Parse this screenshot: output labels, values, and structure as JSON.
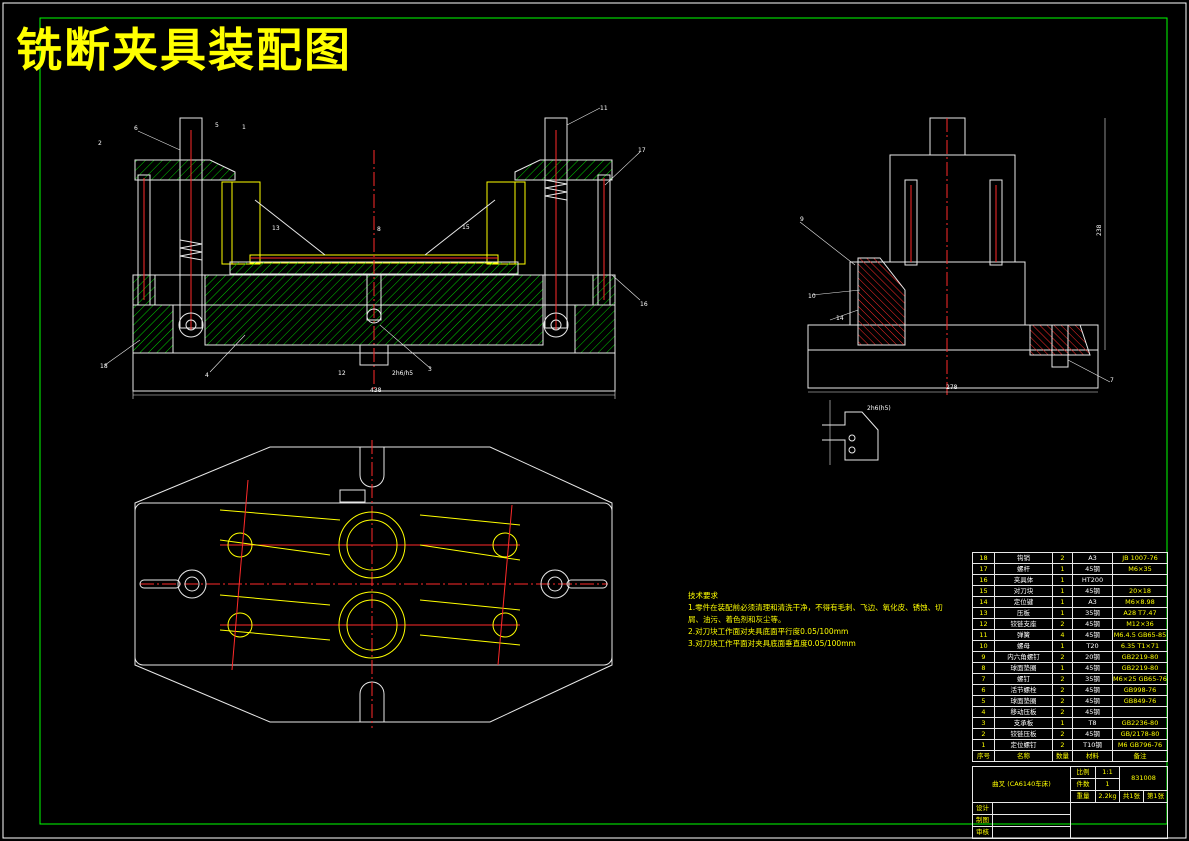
{
  "title": "铣断夹具装配图",
  "technical_requirements": {
    "heading": "技术要求",
    "items": [
      "1.零件在装配前必须清理和清洗干净，不得有毛刺、飞边、氧化皮、锈蚀、切",
      "  屑、油污、着色剂和灰尘等。",
      "2.对刀块工作面对夹具底面平行度0.05/100mm",
      "3.对刀块工作平面对夹具底面垂直度0.05/100mm"
    ]
  },
  "dimensions": {
    "front_width": "438",
    "side_width": "278",
    "side_height": "238",
    "gauge_fit": "2h6/h5",
    "gauge_label": "2h6(h5)"
  },
  "balloons": {
    "front_top": [
      "6",
      "5",
      "1",
      "2",
      "11",
      "17"
    ],
    "front_mid": [
      "13",
      "8",
      "15"
    ],
    "front_side": [
      "18",
      "16"
    ],
    "front_bottom": [
      "4",
      "12",
      "3"
    ],
    "side": [
      "9",
      "10",
      "14",
      "7"
    ]
  },
  "parts_list": [
    {
      "no": "18",
      "name": "钩销",
      "qty": "2",
      "material": "A3",
      "note": "JB 1007-76"
    },
    {
      "no": "17",
      "name": "螺杆",
      "qty": "1",
      "material": "45钢",
      "note": "M6×35"
    },
    {
      "no": "16",
      "name": "夹具体",
      "qty": "1",
      "material": "HT200",
      "note": ""
    },
    {
      "no": "15",
      "name": "对刀块",
      "qty": "1",
      "material": "45钢",
      "note": "20×18"
    },
    {
      "no": "14",
      "name": "定位键",
      "qty": "1",
      "material": "A3",
      "note": "M6×8.98"
    },
    {
      "no": "13",
      "name": "压板",
      "qty": "1",
      "material": "35钢",
      "note": "A28 T7.47"
    },
    {
      "no": "12",
      "name": "铰链支座",
      "qty": "2",
      "material": "45钢",
      "note": "M12×36"
    },
    {
      "no": "11",
      "name": "弹簧",
      "qty": "4",
      "material": "45钢",
      "note": "M6.4.5 GB65-85"
    },
    {
      "no": "10",
      "name": "螺母",
      "qty": "1",
      "material": "T20",
      "note": "6.35 T1×71"
    },
    {
      "no": "9",
      "name": "内六角螺钉",
      "qty": "2",
      "material": "20钢",
      "note": "GB2219-80"
    },
    {
      "no": "8",
      "name": "球面垫圈",
      "qty": "1",
      "material": "45钢",
      "note": "GB2219-80"
    },
    {
      "no": "7",
      "name": "螺钉",
      "qty": "2",
      "material": "35钢",
      "note": "M6×25 GB65-76"
    },
    {
      "no": "6",
      "name": "活节螺栓",
      "qty": "2",
      "material": "45钢",
      "note": "GB998-76"
    },
    {
      "no": "5",
      "name": "球面垫圈",
      "qty": "2",
      "material": "45钢",
      "note": "GB849-76"
    },
    {
      "no": "4",
      "name": "移动压板",
      "qty": "2",
      "material": "45钢",
      "note": ""
    },
    {
      "no": "3",
      "name": "支承板",
      "qty": "1",
      "material": "T8",
      "note": "GB2236-80"
    },
    {
      "no": "2",
      "name": "铰链压板",
      "qty": "2",
      "material": "45钢",
      "note": "GB/2178-80"
    },
    {
      "no": "1",
      "name": "定位螺钉",
      "qty": "2",
      "material": "T10钢",
      "note": "M6 GB796-76"
    }
  ],
  "parts_header": {
    "no": "序号",
    "name": "名称",
    "qty": "数量",
    "material": "材料",
    "note": "备注"
  },
  "title_block": {
    "part_name": "曲叉 (CA6140车床)",
    "scale_label": "比例",
    "scale": "1:1",
    "drawing_no": "831008",
    "count_label": "件数",
    "count": "1",
    "weight_label": "重量",
    "weight": "2.2kg",
    "sheet_info": "共1张",
    "sheet_no": "第1张",
    "designer_label": "设计",
    "drafter_label": "制图",
    "reviewer_label": "审核"
  }
}
